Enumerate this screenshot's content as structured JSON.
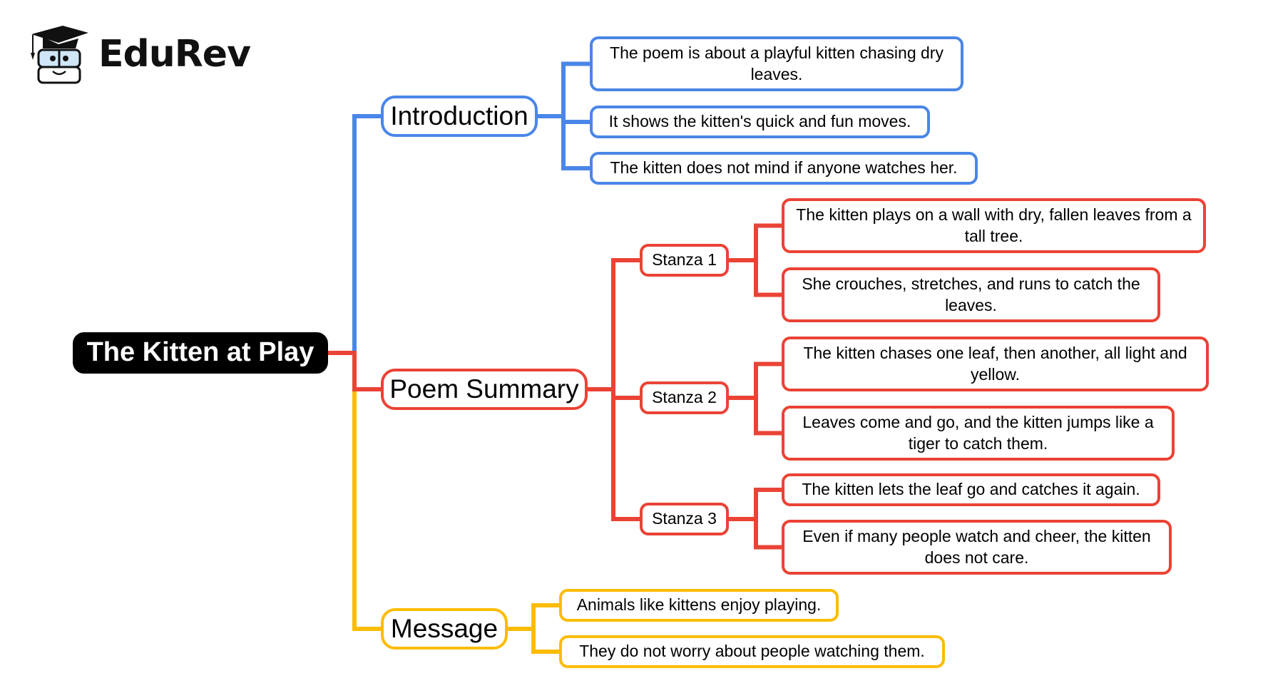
{
  "brand": {
    "name": "EduRev",
    "icon": "graduation-cap-mascot-icon"
  },
  "colors": {
    "introduction": "#4a86e8",
    "poem_summary": "#ea4335",
    "message": "#fbbc04",
    "root_bg": "#000000"
  },
  "mindmap": {
    "root": "The Kitten at Play",
    "branches": [
      {
        "label": "Introduction",
        "children": [
          "The poem is about a playful kitten chasing dry leaves.",
          "It shows the kitten's quick and fun moves.",
          "The kitten does not mind if anyone watches her."
        ]
      },
      {
        "label": "Poem Summary",
        "stanzas": [
          {
            "label": "Stanza 1",
            "children": [
              "The kitten plays on a wall with dry, fallen leaves from a tall tree.",
              "She crouches, stretches, and runs to catch the leaves."
            ]
          },
          {
            "label": "Stanza 2",
            "children": [
              "The kitten chases one leaf, then another, all light and yellow.",
              "Leaves come and go, and the kitten jumps like a tiger to catch them."
            ]
          },
          {
            "label": "Stanza 3",
            "children": [
              "The kitten lets the leaf go and catches it again.",
              "Even if many people watch and cheer, the kitten does not care."
            ]
          }
        ]
      },
      {
        "label": "Message",
        "children": [
          "Animals like kittens enjoy playing.",
          "They do not worry about people watching them."
        ]
      }
    ]
  }
}
